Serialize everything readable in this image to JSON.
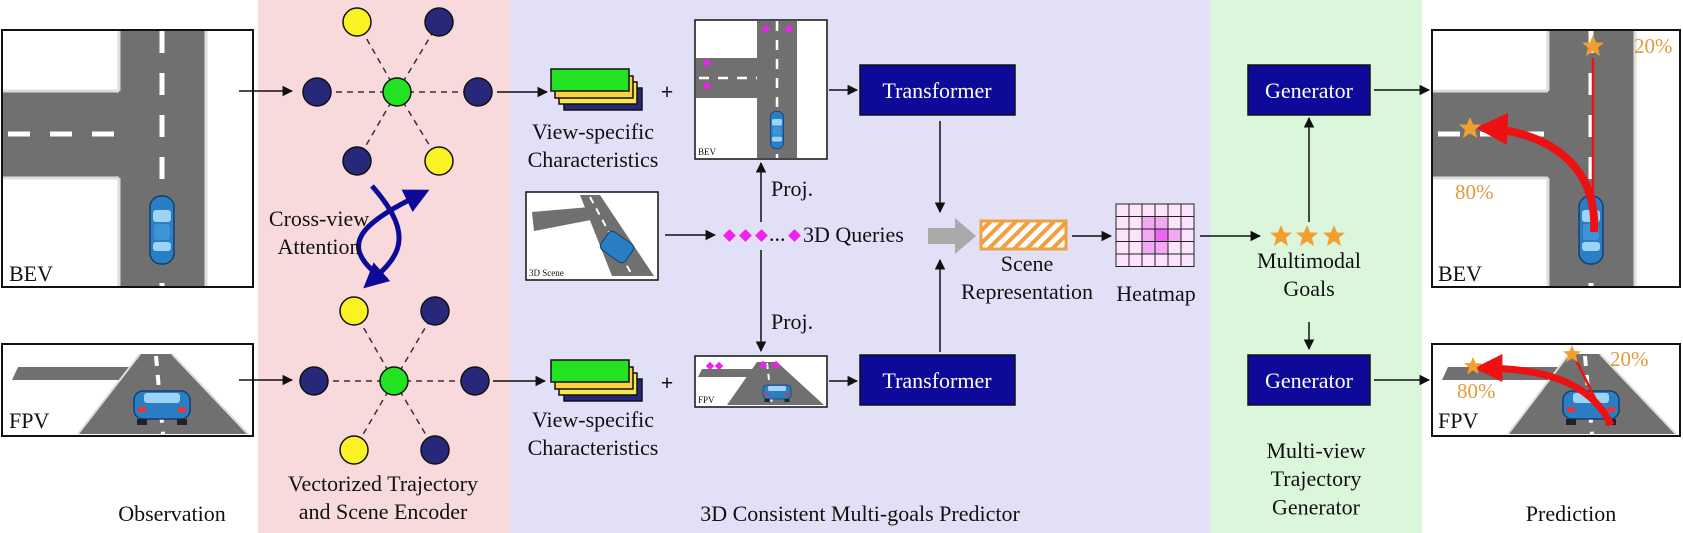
{
  "sections": {
    "observation": "Observation",
    "encoder": "Vectorized Trajectory\nand Scene Encoder",
    "predictor": "3D Consistent Multi-goals Predictor",
    "generator_section": "Multi-view\nTrajectory\nGenerator",
    "prediction": "Prediction"
  },
  "labels": {
    "bev": "BEV",
    "fpv": "FPV",
    "cross_view_attention": "Cross-view\nAttention",
    "view_specific_top": "View-specific\nCharacteristics",
    "view_specific_bottom": "View-specific\nCharacteristics",
    "plus": "+",
    "proj_top": "Proj.",
    "proj_bottom": "Proj.",
    "queries": "3D Queries",
    "ellipsis": "...",
    "scene_3d": "3D Scene",
    "bev_small": "BEV",
    "fpv_small": "FPV",
    "scene_representation": "Scene\nRepresentation",
    "heatmap": "Heatmap",
    "multimodal_goals": "Multimodal\nGoals",
    "transformer_top": "Transformer",
    "transformer_bottom": "Transformer",
    "generator_top": "Generator",
    "generator_bottom": "Generator",
    "pred_bev_20": "20%",
    "pred_bev_80": "80%",
    "pred_fpv_20": "20%",
    "pred_fpv_80": "80%"
  },
  "colors": {
    "observation_bg": "#ffffff",
    "encoder_bg": "#f8dadc",
    "predictor_bg": "#e1e0f7",
    "generator_bg": "#dcf6dc",
    "box_blue": "#0d0a99",
    "node_navy": "#27287a",
    "node_yellow": "#fbf224",
    "node_green": "#22e222",
    "diamond_magenta": "#ee22ee",
    "star_orange": "#f0a030",
    "trajectory_red": "#ee1111",
    "road_gray": "#707070",
    "car_blue": "#2a7fc4"
  }
}
